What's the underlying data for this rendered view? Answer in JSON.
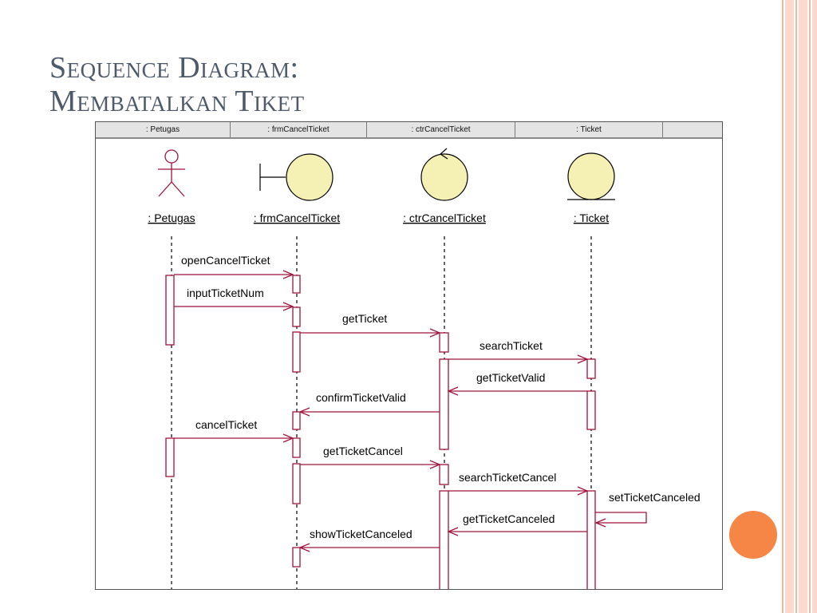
{
  "slide": {
    "title_line1": "Sequence Diagram:",
    "title_line2": "Membatalkan Tiket"
  },
  "colors": {
    "title": "#4e5a6a",
    "accent_circle": "#f58646",
    "side_stripes": "#fbd9cc",
    "message": "#a0143c",
    "object_fill": "#f5f0b4"
  },
  "header_cells": [
    ": Petugas",
    ": frmCancelTicket",
    ": ctrCancelTicket",
    ": Ticket",
    ""
  ],
  "lifelines": [
    {
      "name": ": Petugas",
      "icon": "actor-icon"
    },
    {
      "name": ": frmCancelTicket",
      "icon": "boundary-icon"
    },
    {
      "name": ": ctrCancelTicket",
      "icon": "control-icon"
    },
    {
      "name": ": Ticket",
      "icon": "entity-icon"
    }
  ],
  "messages": [
    {
      "label": "openCancelTicket",
      "from": ": Petugas",
      "to": ": frmCancelTicket"
    },
    {
      "label": "inputTicketNum",
      "from": ": Petugas",
      "to": ": frmCancelTicket"
    },
    {
      "label": "getTicket",
      "from": ": frmCancelTicket",
      "to": ": ctrCancelTicket"
    },
    {
      "label": "searchTicket",
      "from": ": ctrCancelTicket",
      "to": ": Ticket"
    },
    {
      "label": "getTicketValid",
      "from": ": Ticket",
      "to": ": ctrCancelTicket"
    },
    {
      "label": "confirmTicketValid",
      "from": ": ctrCancelTicket",
      "to": ": frmCancelTicket"
    },
    {
      "label": "cancelTicket",
      "from": ": Petugas",
      "to": ": frmCancelTicket"
    },
    {
      "label": "getTicketCancel",
      "from": ": frmCancelTicket",
      "to": ": ctrCancelTicket"
    },
    {
      "label": "searchTicketCancel",
      "from": ": ctrCancelTicket",
      "to": ": Ticket"
    },
    {
      "label": "setTicketCanceled",
      "from": ": Ticket",
      "to": ": Ticket"
    },
    {
      "label": "getTicketCanceled",
      "from": ": Ticket",
      "to": ": ctrCancelTicket"
    },
    {
      "label": "showTicketCanceled",
      "from": ": ctrCancelTicket",
      "to": ": frmCancelTicket"
    }
  ]
}
